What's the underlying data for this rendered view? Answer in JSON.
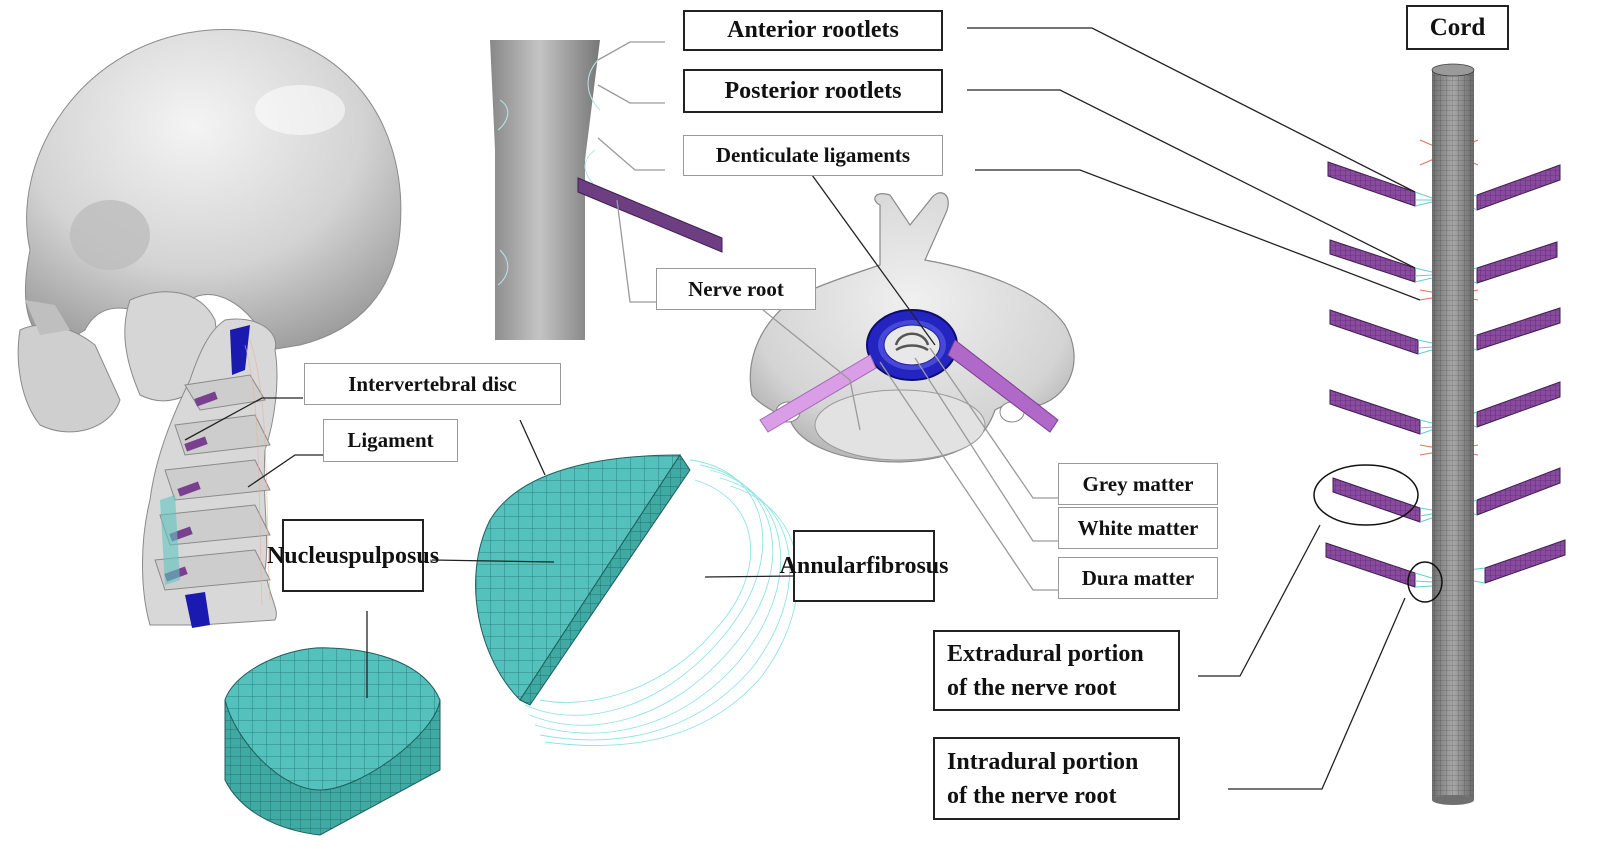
{
  "colors": {
    "bone": "#d9d9d9",
    "mesh_teal": "#4fbdb8",
    "mesh_teal_light": "#8fe3e3",
    "nerve_purple": "#7a3f8f",
    "nerve_pink": "#d88ee3",
    "dura_blue": "#1f1fb0",
    "cord_grey": "#8f8f8f"
  },
  "labels": {
    "anterior_rootlets": "Anterior rootlets",
    "posterior_rootlets": "Posterior rootlets",
    "denticulate_ligaments": "Denticulate ligaments",
    "nerve_root": "Nerve root",
    "cord": "Cord",
    "intervertebral_disc": "Intervertebral disc",
    "ligament": "Ligament",
    "nucleus_pulposus_line1": "Nucleus",
    "nucleus_pulposus_line2": "pulposus",
    "annular_fibrosus_line1": "Annular",
    "annular_fibrosus_line2": "fibrosus",
    "grey_matter": "Grey matter",
    "white_matter": "White matter",
    "dura_matter": "Dura matter",
    "extradural_line1": "Extradural portion",
    "extradural_line2": "of the nerve root",
    "intradural_line1": "Intradural portion",
    "intradural_line2": "of the nerve root"
  }
}
